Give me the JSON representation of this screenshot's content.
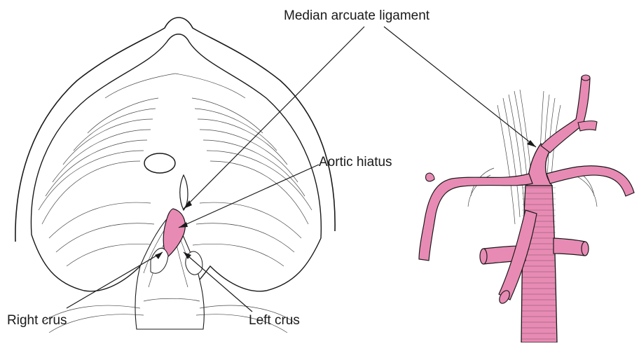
{
  "labels": {
    "median_arcuate_ligament": "Median arcuate ligament",
    "aortic_hiatus": "Aortic hiatus",
    "right_crus": "Right crus",
    "left_crus": "Left crus"
  },
  "colors": {
    "vessel_fill": "#e88bb4",
    "outline": "#1a1a1a",
    "background": "#ffffff"
  }
}
